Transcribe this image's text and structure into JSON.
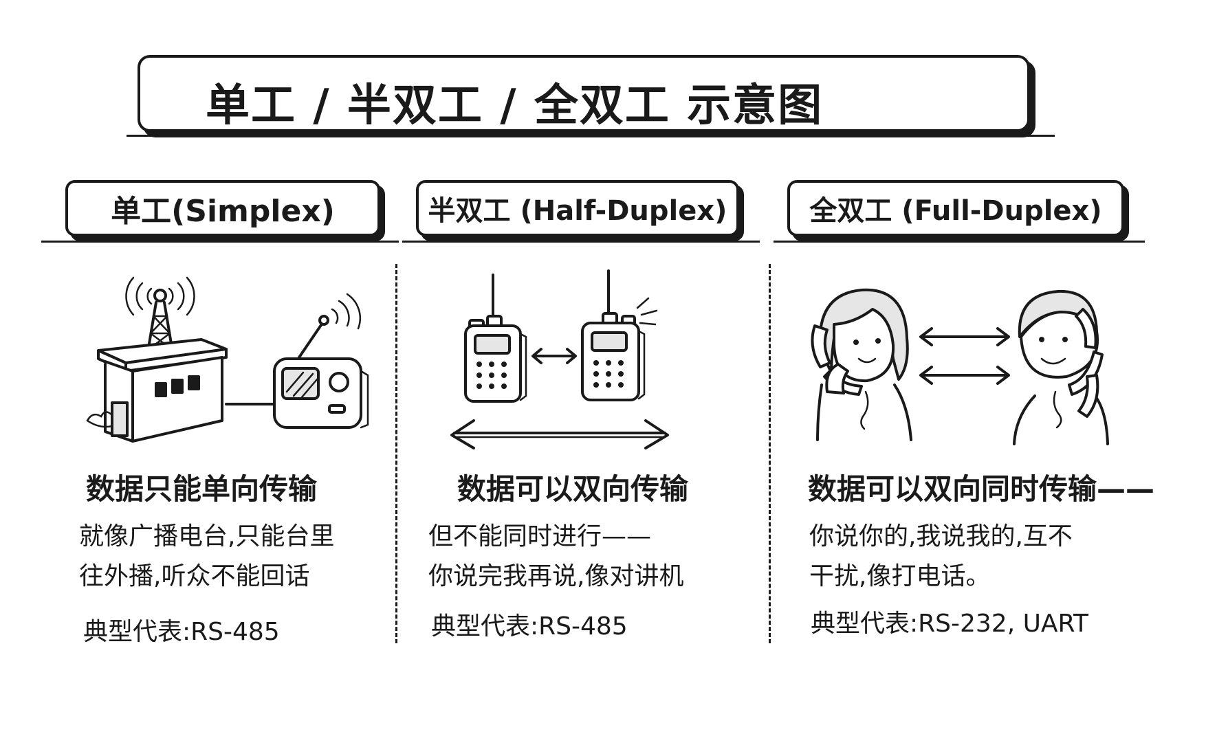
{
  "title": "单工 / 半双工 / 全双工 示意图",
  "columns": [
    {
      "heading": "单工(Simplex)",
      "headline": "数据只能单向传输",
      "desc_lines": [
        "就像广播电台,只能台里",
        "往外播,听众不能回话"
      ],
      "example": "典型代表:RS-485"
    },
    {
      "heading": "半双工 (Half-Duplex)",
      "headline": "数据可以双向传输",
      "desc_lines": [
        "但不能同时进行——",
        "你说完我再说,像对讲机"
      ],
      "example": "典型代表:RS-485"
    },
    {
      "heading": "全双工 (Full-Duplex)",
      "headline": "数据可以双向同时传输——",
      "desc_lines": [
        "你说你的,我说我的,互不",
        "干扰,像打电话。"
      ],
      "example": "典型代表:RS-232, UART"
    }
  ],
  "icons": {
    "simplex": [
      "radio-tower-icon",
      "broadcast-station-icon",
      "radio-receiver-icon"
    ],
    "half_duplex": [
      "walkie-talkie-icon",
      "walkie-talkie-icon",
      "double-arrow-icon"
    ],
    "full_duplex": [
      "woman-on-phone-icon",
      "man-on-phone-icon",
      "double-arrow-icon"
    ]
  }
}
